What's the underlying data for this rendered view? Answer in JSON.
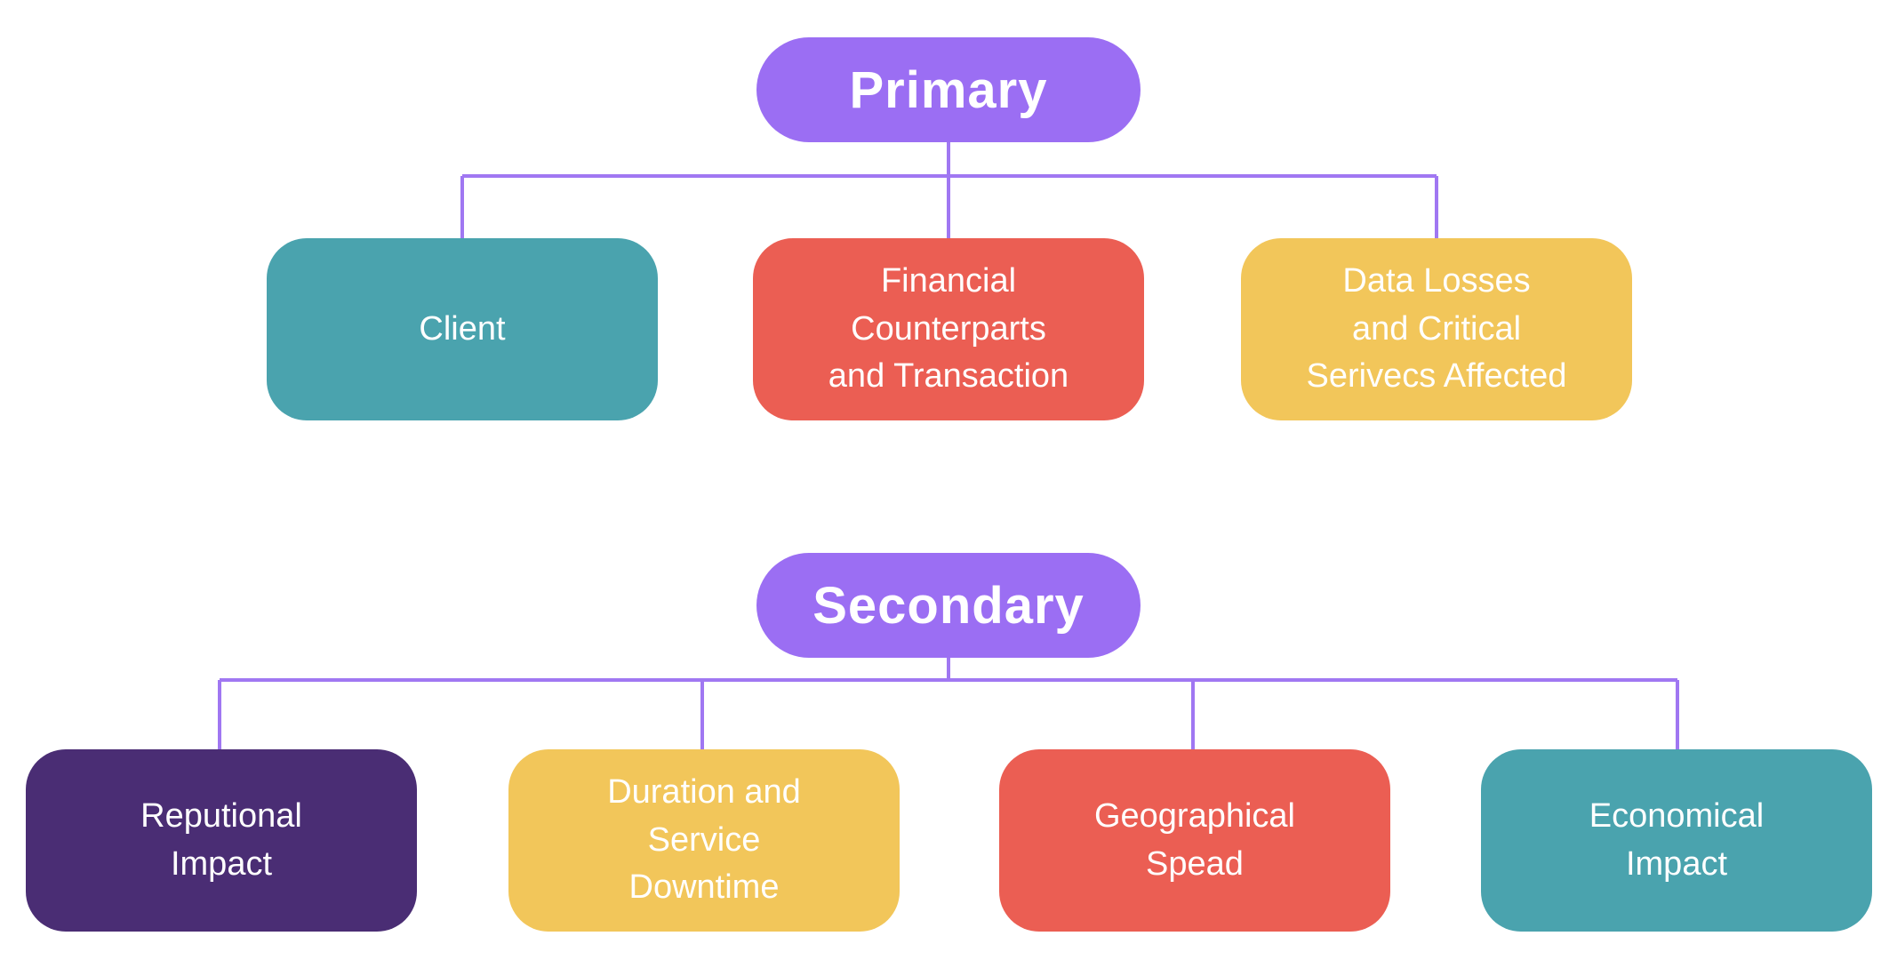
{
  "diagram": {
    "type": "tree-diagram",
    "colors": {
      "background": "#FFFFFF",
      "parent_pill": "#9B6EF3",
      "connector_line": "#A077F2",
      "node_text": "#FFFFFF",
      "teal": "#4AA3AE",
      "red": "#EB5E53",
      "yellow": "#F2C65A",
      "dark_purple": "#4A2D74"
    },
    "primary": {
      "label": "Primary",
      "children": [
        {
          "label": "Client",
          "color": "#4AA3AE"
        },
        {
          "label": "Financial\nCounterparts\nand Transaction",
          "color": "#EB5E53"
        },
        {
          "label": "Data Losses\nand Critical\nSerivecs Affected",
          "color": "#F2C65A"
        }
      ]
    },
    "secondary": {
      "label": "Secondary",
      "children": [
        {
          "label": "Reputional\nImpact",
          "color": "#4A2D74"
        },
        {
          "label": "Duration and\nService\nDowntime",
          "color": "#F2C65A"
        },
        {
          "label": "Geographical\nSpead",
          "color": "#EB5E53"
        },
        {
          "label": "Economical\nImpact",
          "color": "#4AA3AE"
        }
      ]
    }
  }
}
